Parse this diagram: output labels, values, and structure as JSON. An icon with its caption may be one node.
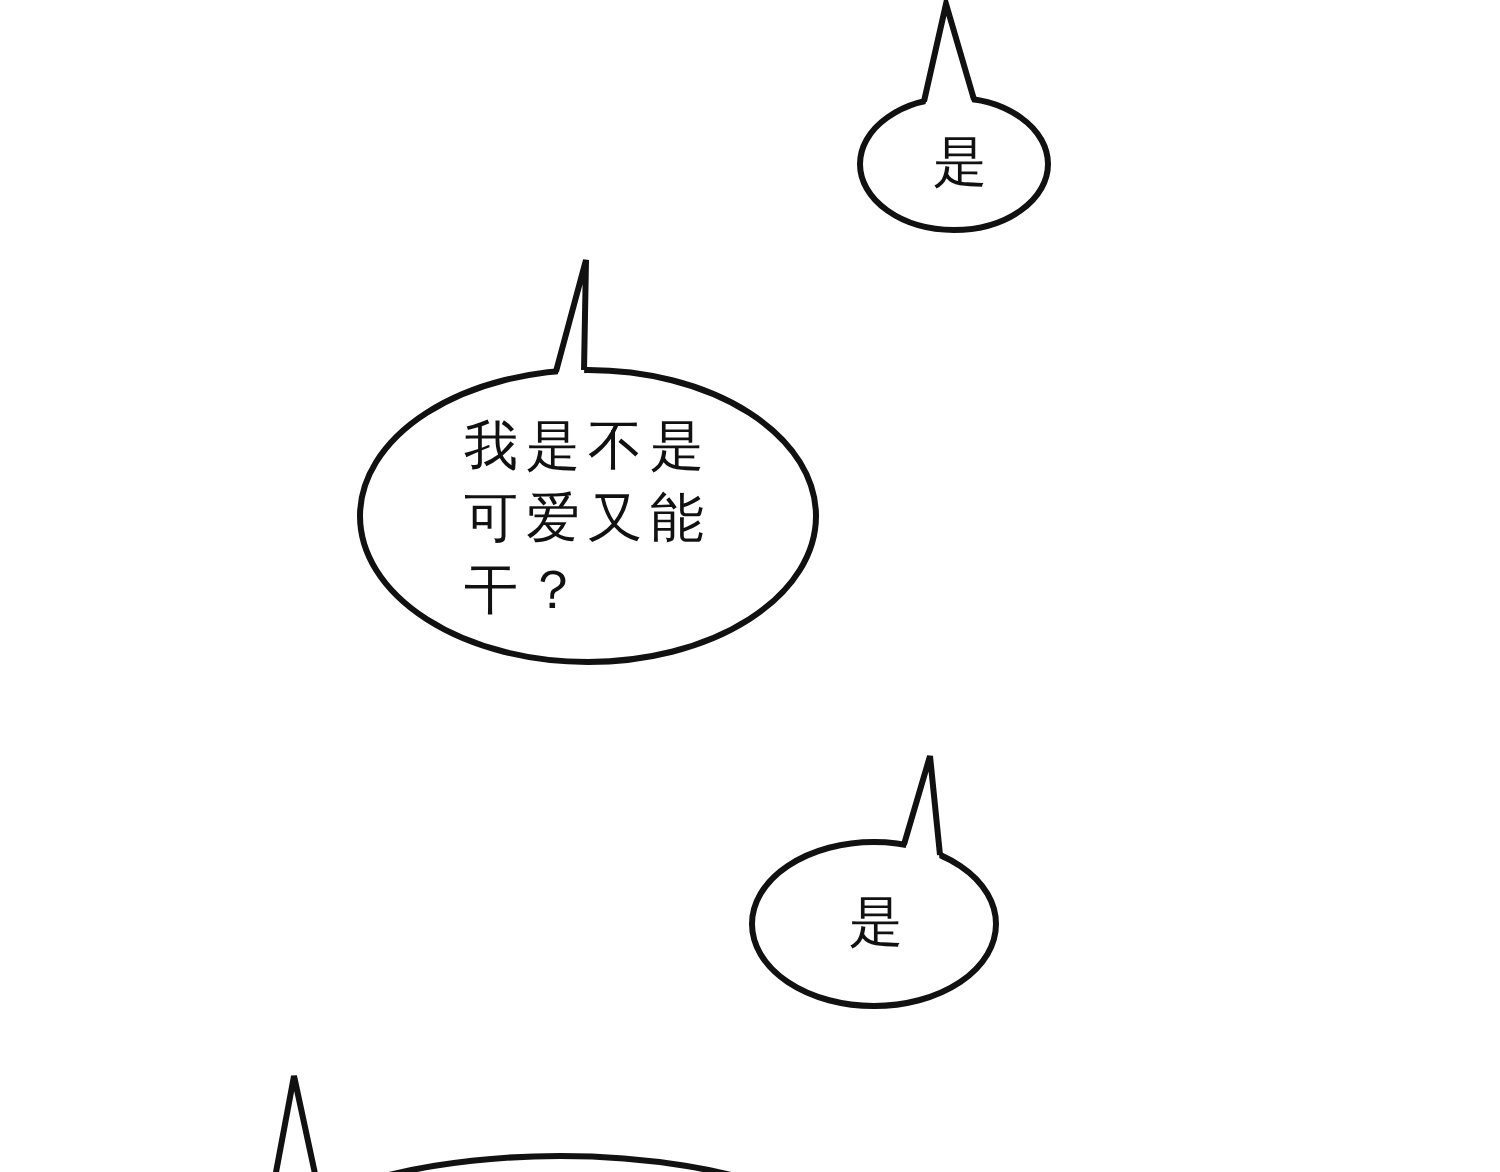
{
  "diagram": {
    "nodes": [
      {
        "text": [
          "是"
        ]
      },
      {
        "text": [
          "我是不是可爱又能干？"
        ]
      },
      {
        "text": [
          "是"
        ]
      },
      {
        "text": [],
        "shape": "ellipse"
      }
    ]
  }
}
